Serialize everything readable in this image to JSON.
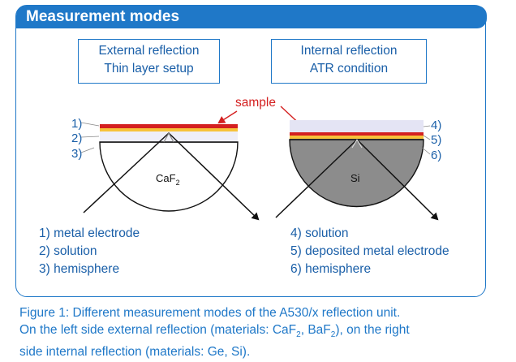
{
  "panel": {
    "title": "Measurement modes"
  },
  "external": {
    "box_line1": "External reflection",
    "box_line2": "Thin layer setup",
    "labels": [
      "1)",
      "2)",
      "3)"
    ],
    "crystal": "CaF",
    "crystal_sub": "2",
    "legend": [
      "1) metal electrode",
      "2) solution",
      "3) hemisphere"
    ]
  },
  "internal": {
    "box_line1": "Internal reflection",
    "box_line2": "ATR condition",
    "labels": [
      "4)",
      "5)",
      "6)"
    ],
    "crystal": "Si",
    "legend": [
      "4) solution",
      "5) deposited metal electrode",
      "6) hemisphere"
    ]
  },
  "sample_label": "sample",
  "colors": {
    "accent_blue": "#1f78c8",
    "sample_red": "#d42020",
    "metal_yellow": "#f7c23a",
    "solution_lavender": "#e4e4f4",
    "hemisphere_gray": "#8c8c8c"
  },
  "caption": {
    "line1": "Figure 1: Different measurement modes of the A530/x reflection unit.",
    "line2_a": "On the left side external reflection (materials: CaF",
    "line2_sub1": "2",
    "line2_b": ", BaF",
    "line2_sub2": "2",
    "line2_c": "), on the right",
    "line3": "side internal reflection (materials: Ge, Si)."
  }
}
